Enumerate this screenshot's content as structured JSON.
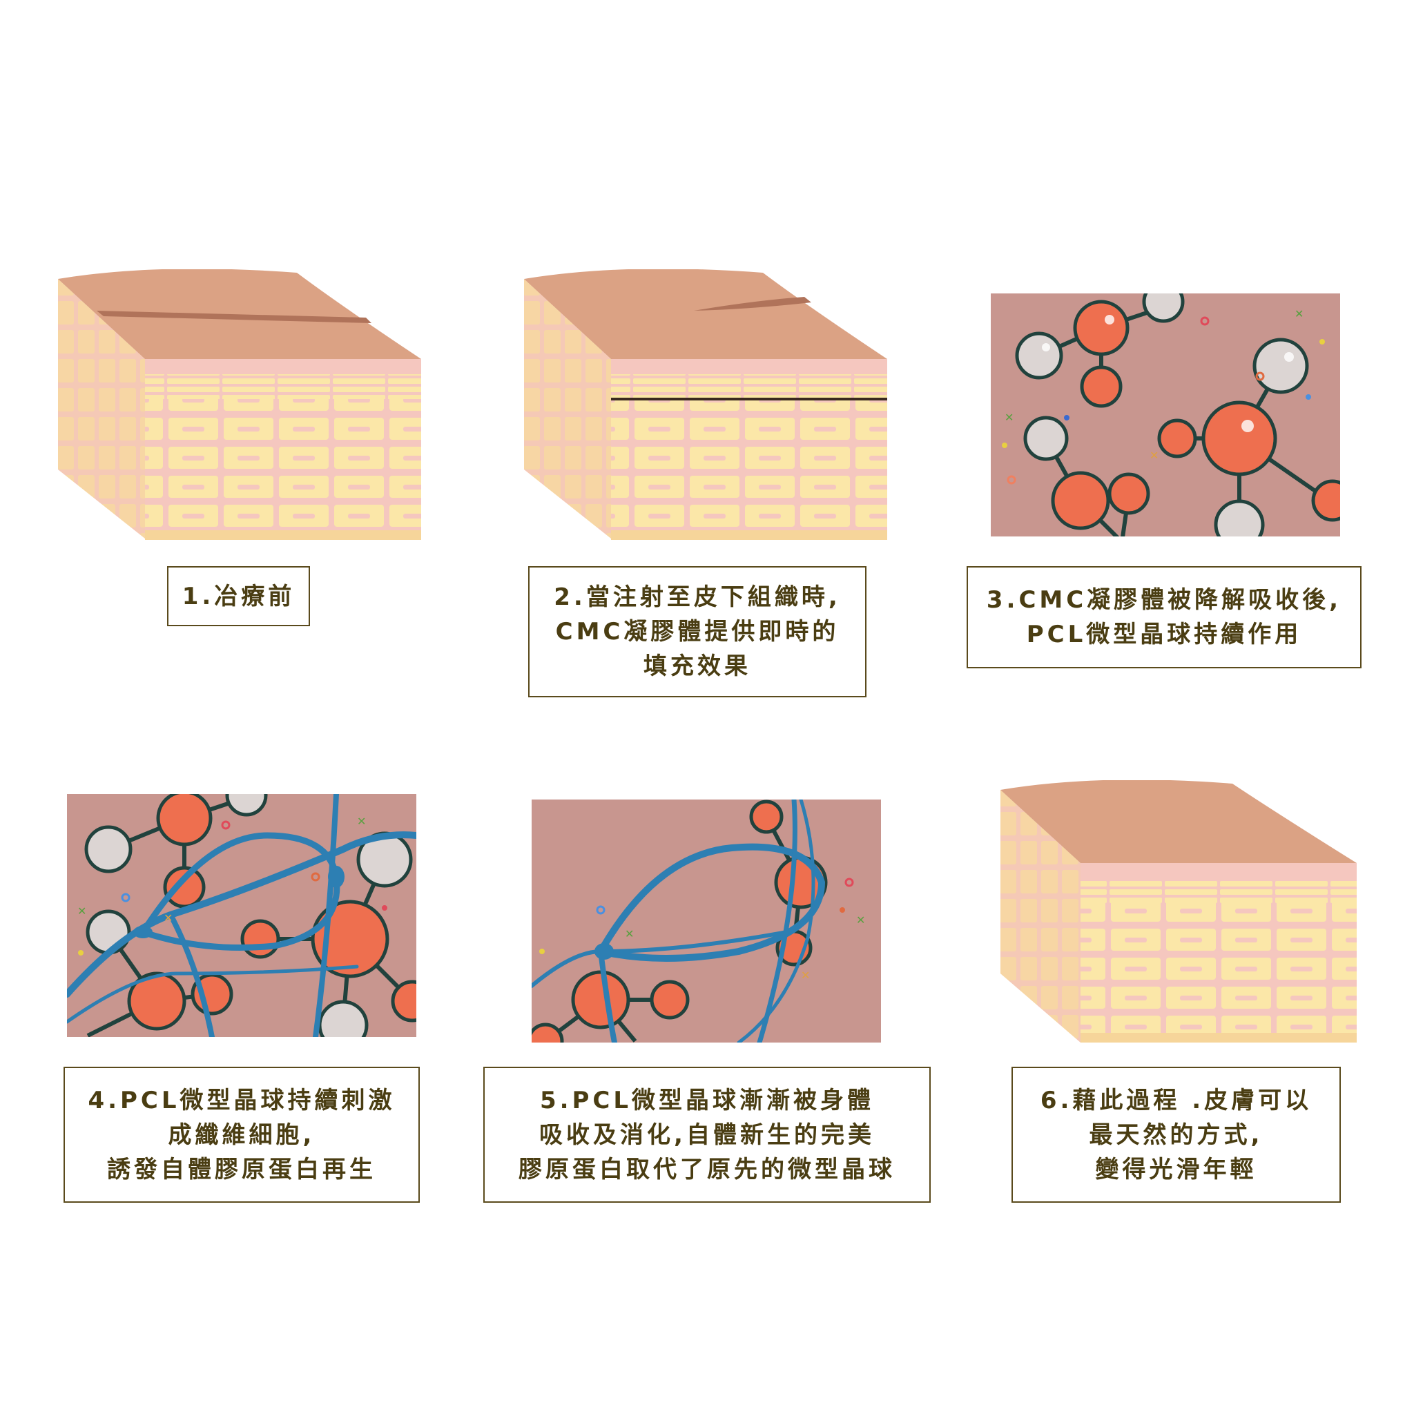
{
  "steps": [
    {
      "lines": [
        "1.冶療前"
      ]
    },
    {
      "lines": [
        "2.當注射至皮下組織時,",
        "CMC凝膠體提供即時的",
        "填充效果"
      ]
    },
    {
      "lines": [
        "3.CMC凝膠體被降解吸收後,",
        "PCL微型晶球持續作用"
      ]
    },
    {
      "lines": [
        "4.PCL微型晶球持續刺激",
        "成纖維細胞,",
        "誘發自體膠原蛋白再生"
      ]
    },
    {
      "lines": [
        "5.PCL微型晶球漸漸被身體",
        "吸收及消化,自體新生的完美",
        "膠原蛋白取代了原先的微型晶球"
      ]
    },
    {
      "lines": [
        "6.藉此過程 .皮膚可以",
        "最天然的方式,",
        "變得光滑年輕"
      ]
    }
  ],
  "colors": {
    "skin_top": "#dba284",
    "wrinkle": "#b0735a",
    "layer_pink": "#f5c7bf",
    "fat_yellow": "#fbe7a8",
    "fat_dark": "#f6d59a",
    "tissue_bg": "#c8968f",
    "molecule_red": "#ee6f4f",
    "molecule_grey": "#dcd5d3",
    "molecule_outline": "#21423d",
    "fiber_blue": "#2d7fb3",
    "caption_border": "#5a4a1c"
  }
}
